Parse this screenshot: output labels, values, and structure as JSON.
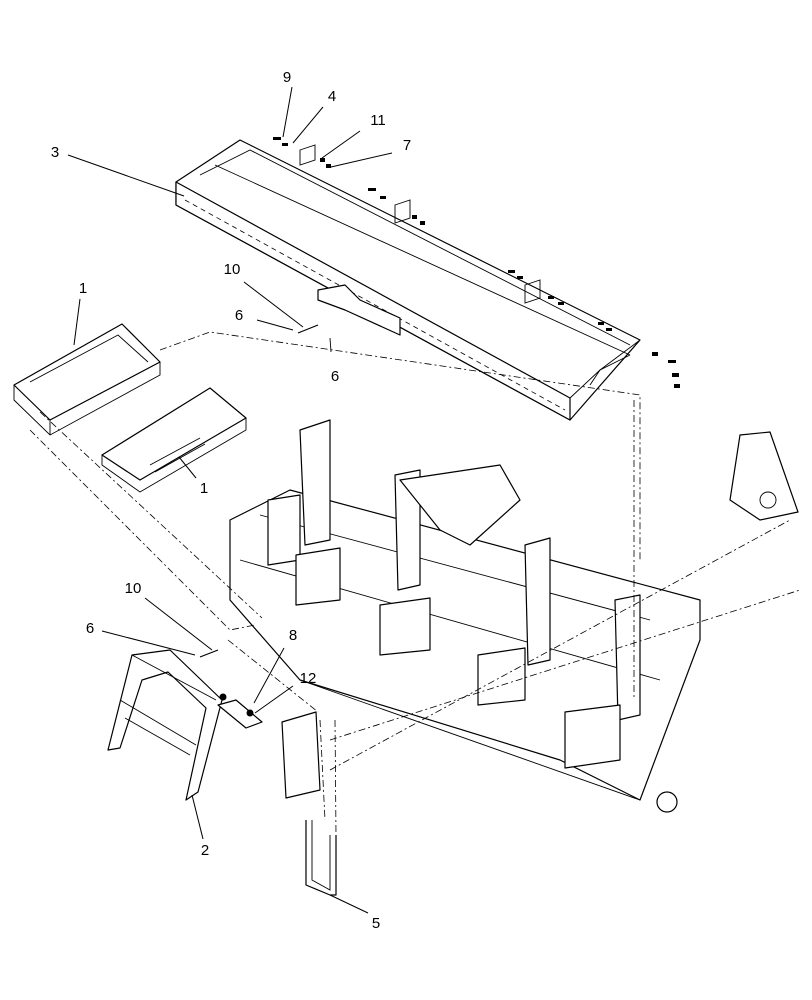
{
  "callouts": [
    {
      "id": "c9",
      "label": "9"
    },
    {
      "id": "c4",
      "label": "4"
    },
    {
      "id": "c11",
      "label": "11"
    },
    {
      "id": "c7",
      "label": "7"
    },
    {
      "id": "c3",
      "label": "3"
    },
    {
      "id": "c10a",
      "label": "10"
    },
    {
      "id": "c1a",
      "label": "1"
    },
    {
      "id": "c6a",
      "label": "6"
    },
    {
      "id": "c6b",
      "label": "6"
    },
    {
      "id": "c1b",
      "label": "1"
    },
    {
      "id": "c10b",
      "label": "10"
    },
    {
      "id": "c6c",
      "label": "6"
    },
    {
      "id": "c8",
      "label": "8"
    },
    {
      "id": "c12",
      "label": "12"
    },
    {
      "id": "c2",
      "label": "2"
    },
    {
      "id": "c5",
      "label": "5"
    }
  ],
  "colors": {
    "line": "#000000",
    "background": "#ffffff"
  }
}
